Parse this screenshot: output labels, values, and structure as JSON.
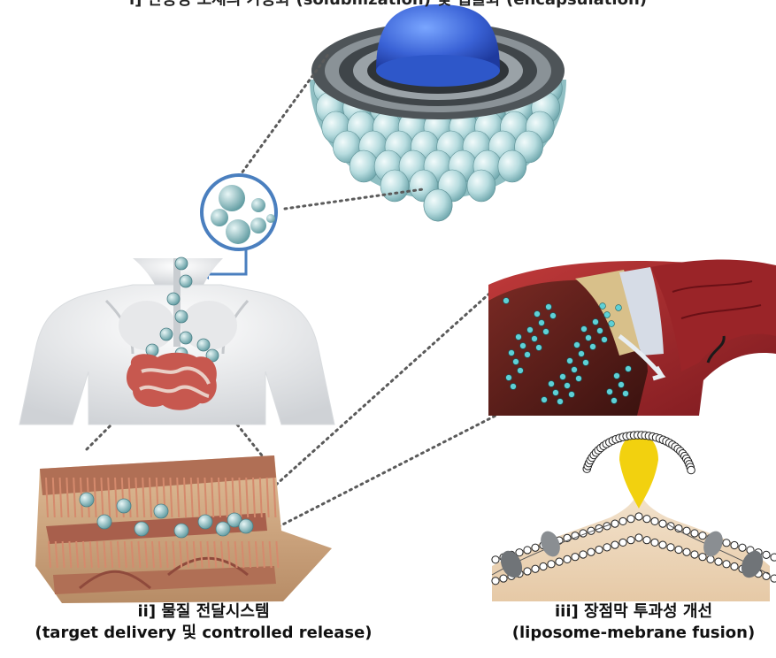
{
  "captions": {
    "top": "i] 난용성 소재의 가용화 (solubilization) 및 캡슐화 (encapsulation)",
    "ii_title": "ii] 물질 전달시스템",
    "ii_subtitle": "(target delivery 및 controlled release)",
    "iii_title": "iii] 장점막 투과성 개선",
    "iii_subtitle": "(liposome-mebrane fusion)"
  },
  "colors": {
    "lipid_head": "#a9d3d6",
    "lipid_core": "#3c66d8",
    "intestine_red": "#c7584f",
    "tissue_tan": "#cfa984",
    "vessel_red": "#a3262b",
    "fusion_yellow": "#f2d10f"
  }
}
